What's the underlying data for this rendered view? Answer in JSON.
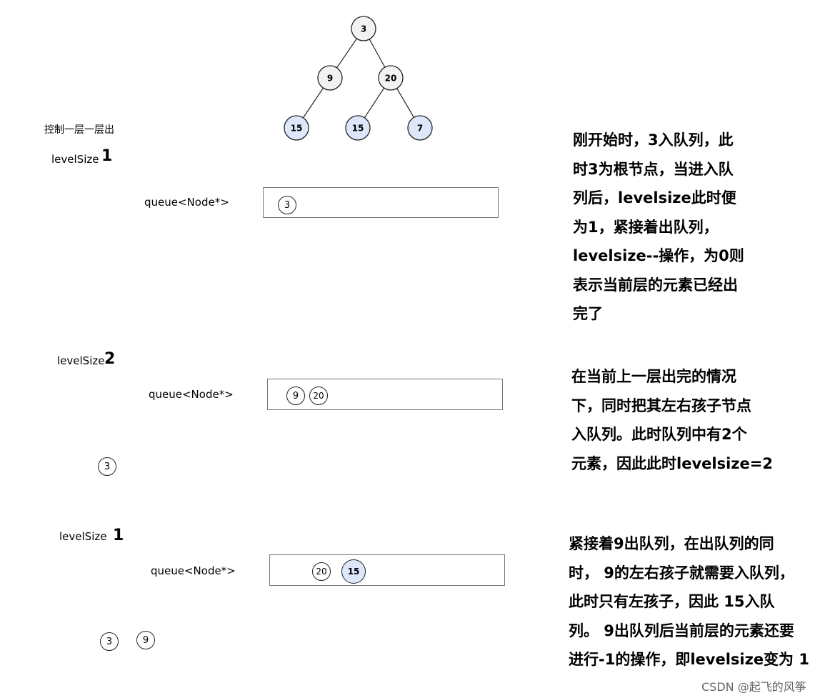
{
  "tree": {
    "nodes": [
      {
        "id": "n3",
        "label": "3",
        "fill": "#f2f2f2"
      },
      {
        "id": "n9",
        "label": "9",
        "fill": "#f2f2f2"
      },
      {
        "id": "n20",
        "label": "20",
        "fill": "#f2f2f2"
      },
      {
        "id": "n15a",
        "label": "15",
        "fill": "#dce8fa"
      },
      {
        "id": "n15b",
        "label": "15",
        "fill": "#dce8fa"
      },
      {
        "id": "n7",
        "label": "7",
        "fill": "#dce8fa"
      }
    ],
    "edges": [
      [
        "n3",
        "n9"
      ],
      [
        "n3",
        "n20"
      ],
      [
        "n9",
        "n15a"
      ],
      [
        "n20",
        "n15b"
      ],
      [
        "n20",
        "n7"
      ]
    ]
  },
  "caption": "控制一层一层出",
  "steps": [
    {
      "levelsize_label": "levelSize",
      "levelsize_value": "1",
      "queue_label": "queue<Node*>",
      "queue_items": [
        "3"
      ],
      "popped": [],
      "description": [
        "刚开始时，3入队列，此",
        "时3为根节点，当进入队",
        "列后，levelsize此时便",
        "为1，紧接着出队列，",
        "levelsize--操作，为0则",
        "表示当前层的元素已经出",
        "完了"
      ]
    },
    {
      "levelsize_label": "levelSize",
      "levelsize_value": "2",
      "queue_label": "queue<Node*>",
      "queue_items": [
        "9",
        "20"
      ],
      "popped": [
        "3"
      ],
      "description": [
        "在当前上一层出完的情况",
        "下，同时把其左右孩子节点",
        "入队列。此时队列中有2个",
        "元素，因此此时levelsize=2"
      ]
    },
    {
      "levelsize_label": "levelSize",
      "levelsize_value": "1",
      "queue_label": "queue<Node*>",
      "queue_items": [
        "20",
        "15"
      ],
      "popped": [
        "3",
        "9"
      ],
      "description": [
        "紧接着9出队列，在出队列的同",
        "时， 9的左右孩子就需要入队列，",
        "此时只有左孩子，因此 15入队",
        "列。 9出队列后当前层的元素还要",
        "进行-1的操作，即levelsize变为 1"
      ]
    }
  ],
  "watermark": "CSDN @起飞的风筝"
}
